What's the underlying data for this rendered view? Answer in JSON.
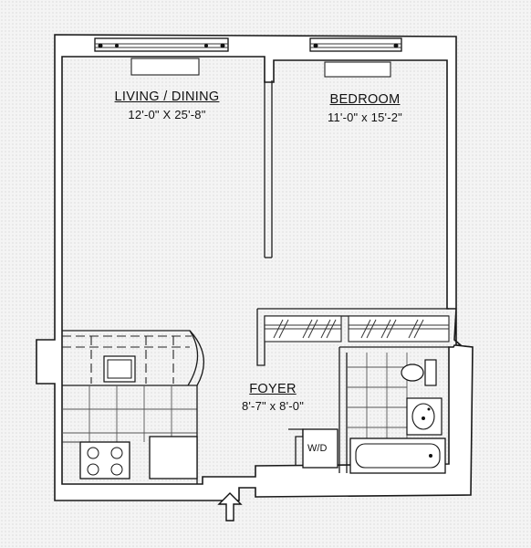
{
  "rooms": {
    "living": {
      "name": "LIVING / DINING",
      "dims": "12'-0\" X 25'-8\""
    },
    "bedroom": {
      "name": "BEDROOM",
      "dims": "11'-0\" x 15'-2\""
    },
    "foyer": {
      "name": "FOYER",
      "dims": "8'-7\" x 8'-0\""
    }
  },
  "fixtures": {
    "washer_dryer": "W/D"
  },
  "icons": {
    "entry": "entry-arrow-icon"
  }
}
